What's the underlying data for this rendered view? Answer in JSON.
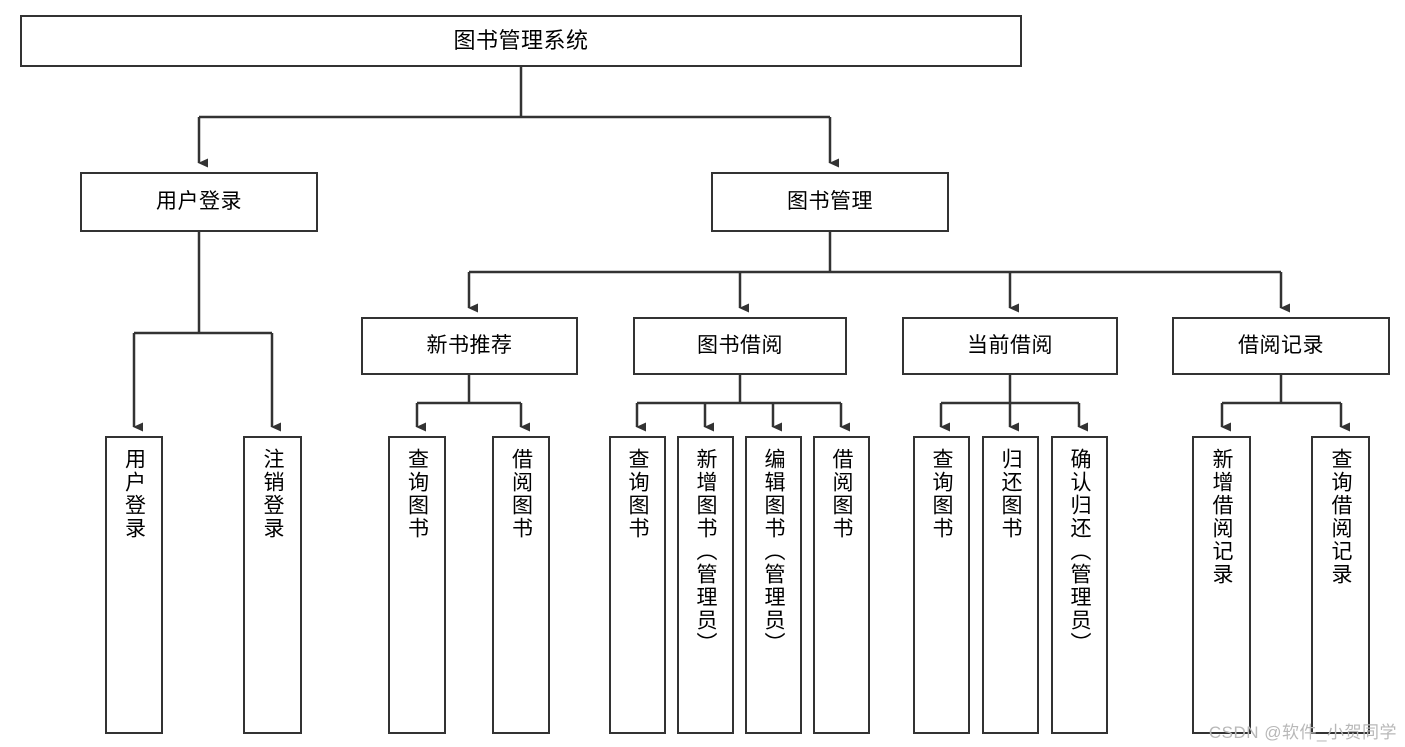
{
  "diagram": {
    "title": "图书管理系统",
    "type": "tree-hierarchy-diagram",
    "watermark": "CSDN @软件_小贺同学",
    "colors": {
      "box_border": "#333333",
      "box_fill": "#ffffff",
      "connector": "#333333",
      "text": "#000000",
      "watermark": "#b8b8b8",
      "background": "#ffffff"
    },
    "nodes": {
      "root": {
        "label": "图书管理系统"
      },
      "level2": [
        {
          "id": "user-login",
          "label": "用户登录"
        },
        {
          "id": "book-manage",
          "label": "图书管理"
        }
      ],
      "level3": [
        {
          "id": "new-book-recommend",
          "label": "新书推荐"
        },
        {
          "id": "book-borrow",
          "label": "图书借阅"
        },
        {
          "id": "current-borrow",
          "label": "当前借阅"
        },
        {
          "id": "borrow-record",
          "label": "借阅记录"
        }
      ],
      "leaves": {
        "user_login": [
          {
            "id": "leaf-user-login",
            "label": "用户登录"
          },
          {
            "id": "leaf-logout-login",
            "label": "注销登录"
          }
        ],
        "new_book_recommend": [
          {
            "id": "leaf-query-book-1",
            "label": "查询图书"
          },
          {
            "id": "leaf-borrow-book-1",
            "label": "借阅图书"
          }
        ],
        "book_borrow": [
          {
            "id": "leaf-query-book-2",
            "label": "查询图书"
          },
          {
            "id": "leaf-add-book",
            "label": "新增图书（管理员）"
          },
          {
            "id": "leaf-edit-book",
            "label": "编辑图书（管理员）"
          },
          {
            "id": "leaf-borrow-book-2",
            "label": "借阅图书"
          }
        ],
        "current_borrow": [
          {
            "id": "leaf-query-book-3",
            "label": "查询图书"
          },
          {
            "id": "leaf-return-book",
            "label": "归还图书"
          },
          {
            "id": "leaf-confirm-return",
            "label": "确认归还（管理员）"
          }
        ],
        "borrow_record": [
          {
            "id": "leaf-add-record",
            "label": "新增借阅记录"
          },
          {
            "id": "leaf-query-record",
            "label": "查询借阅记录"
          }
        ]
      }
    }
  }
}
